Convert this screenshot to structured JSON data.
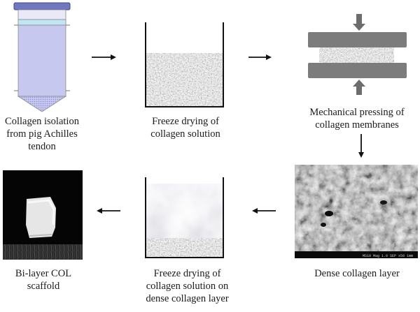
{
  "steps": {
    "tube": {
      "caption": "Collagen isolation\nfrom pig Achilles\ntendon"
    },
    "freeze1": {
      "caption": "Freeze drying of\ncollagen solution"
    },
    "press": {
      "caption": "Mechanical pressing of\ncollagen membranes"
    },
    "dense": {
      "caption": "Dense collagen layer",
      "micro_label": "MS10  Mag 1.0  SEP  x50  1mm"
    },
    "freeze2": {
      "caption": "Freeze drying of\ncollagen solution on\ndense collagen layer"
    },
    "scaffold": {
      "caption": "Bi-layer COL\nscaffold"
    }
  },
  "colors": {
    "tube_cap": "#6f78bf",
    "tube_body": "#c7c8ef",
    "tube_band": "#bfe6f2",
    "press_plate": "#7c7c7c",
    "arrow": "#111111"
  }
}
